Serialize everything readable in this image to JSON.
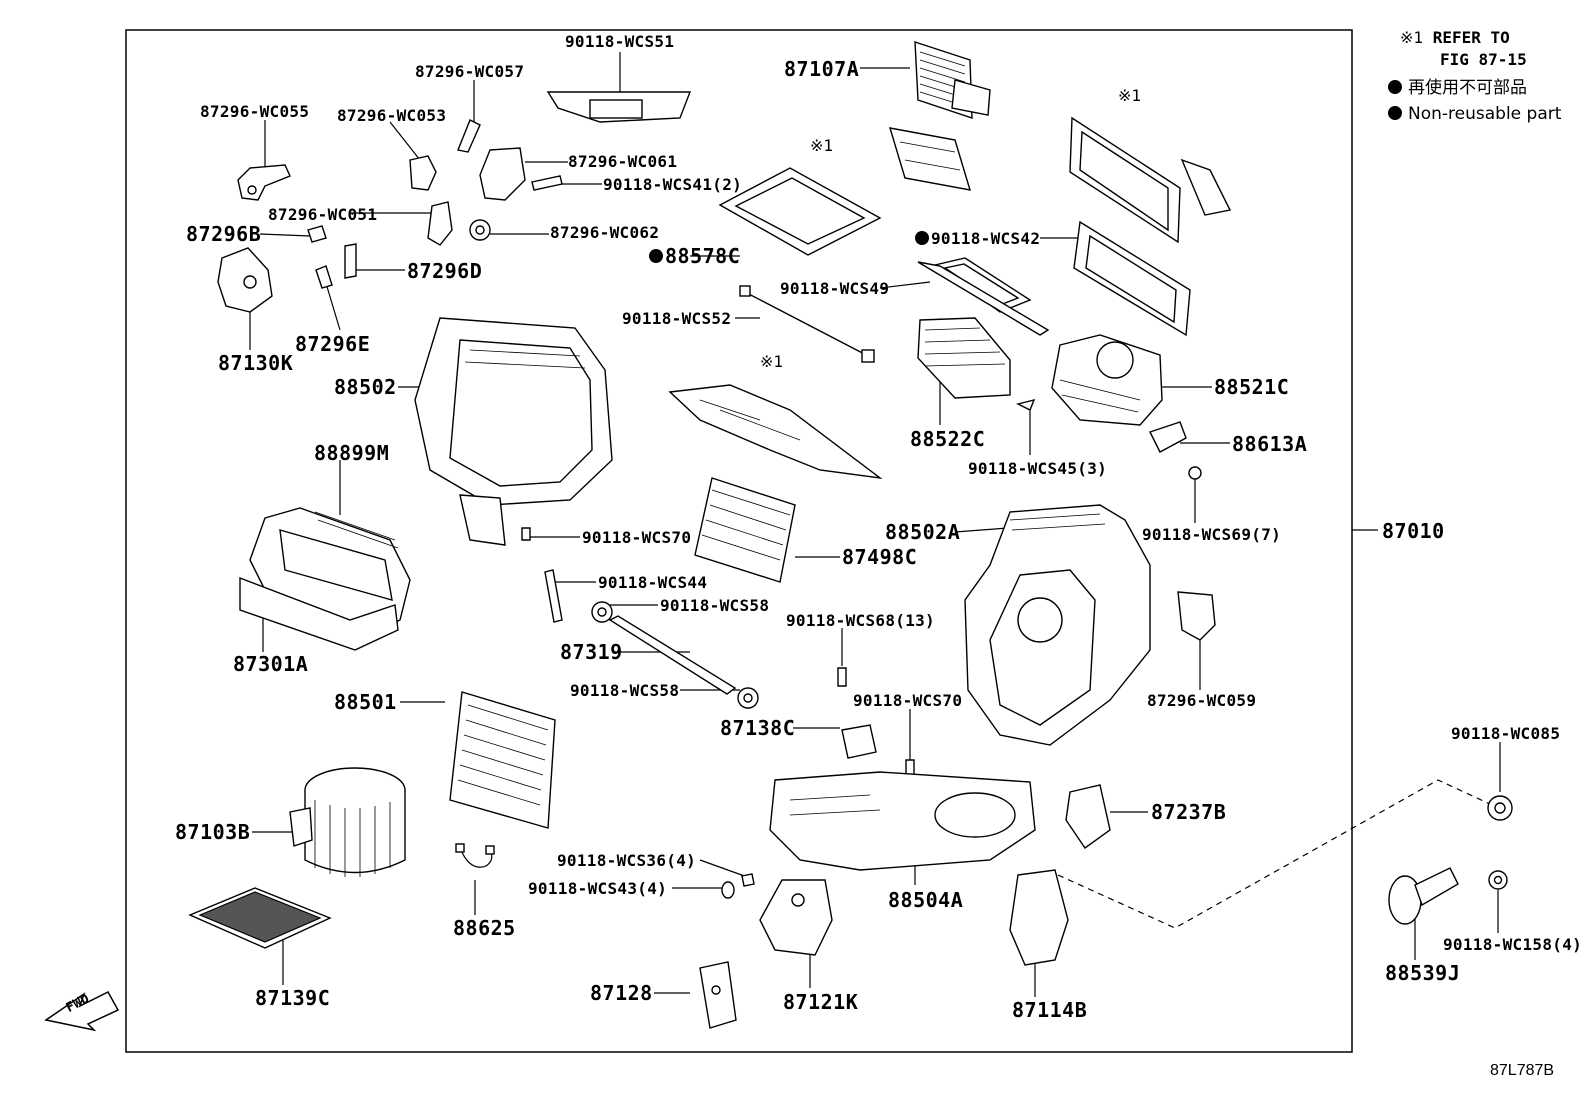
{
  "legend": {
    "refer_symbol": "※1",
    "refer_line1": "REFER TO",
    "refer_line2": "FIG 87-15",
    "nonreusable_jp": "再使用不可部品",
    "nonreusable_en": "Non-reusable part"
  },
  "figure_id": "87L787B",
  "fwd_label": "FWD",
  "ref_marks": [
    "※1",
    "※1",
    "※1",
    "※1"
  ],
  "parts": {
    "p90118_wcs51": "90118-WCS51",
    "p87107a": "87107A",
    "p87296_wc057": "87296-WC057",
    "p87296_wc055": "87296-WC055",
    "p87296_wc053": "87296-WC053",
    "p87296_wc061": "87296-WC061",
    "p90118_wcs41": "90118-WCS41(2)",
    "p87296_wc051": "87296-WC051",
    "p87296b": "87296B",
    "p87296_wc062": "87296-WC062",
    "p88578c": "88578C",
    "p90118_wcs42": "90118-WCS42",
    "p87296d": "87296D",
    "p90118_wcs49": "90118-WCS49",
    "p87296e": "87296E",
    "p90118_wcs52": "90118-WCS52",
    "p87130k": "87130K",
    "p88502": "88502",
    "p88521c": "88521C",
    "p88522c": "88522C",
    "p88613a": "88613A",
    "p88899m": "88899M",
    "p90118_wcs45": "90118-WCS45(3)",
    "p88502a": "88502A",
    "p90118_wcs70a": "90118-WCS70",
    "p90118_wcs69": "90118-WCS69(7)",
    "p87010": "87010",
    "p87498c": "87498C",
    "p90118_wcs44": "90118-WCS44",
    "p90118_wcs58a": "90118-WCS58",
    "p87301a": "87301A",
    "p90118_wcs68": "90118-WCS68(13)",
    "p87319": "87319",
    "p87296_wc059": "87296-WC059",
    "p90118_wcs58b": "90118-WCS58",
    "p88501": "88501",
    "p87138c": "87138C",
    "p90118_wcs70b": "90118-WCS70",
    "p90118_wc085": "90118-WC085",
    "p87103b": "87103B",
    "p87237b": "87237B",
    "p90118_wcs36": "90118-WCS36(4)",
    "p90118_wcs43": "90118-WCS43(4)",
    "p88504a": "88504A",
    "p88625": "88625",
    "p87139c": "87139C",
    "p88539j": "88539J",
    "p90118_wc158": "90118-WC158(4)",
    "p87128": "87128",
    "p87121k": "87121K",
    "p87114b": "87114B"
  }
}
